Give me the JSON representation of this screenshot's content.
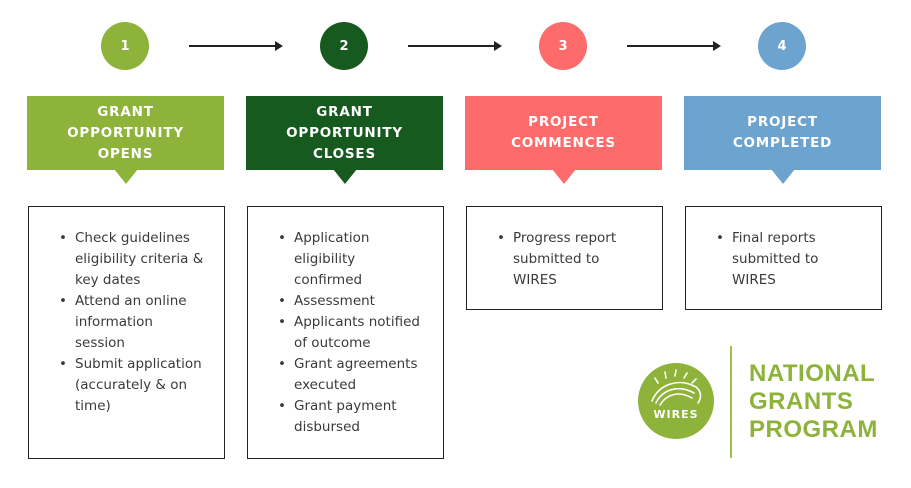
{
  "colors": {
    "step1": "#8db33a",
    "step2": "#175a1f",
    "step3": "#fd6b6b",
    "step4": "#6ca3cf",
    "logo": "#8db33a"
  },
  "steps": [
    {
      "number": "1",
      "title": "GRANT\nOPPORTUNITY\nOPENS",
      "items": [
        "Check guidelines eligibility criteria & key dates",
        "Attend an online information session",
        "Submit application (accurately & on time)"
      ]
    },
    {
      "number": "2",
      "title": "GRANT\nOPPORTUNITY\nCLOSES",
      "items": [
        "Application eligibility confirmed",
        "Assessment",
        "Applicants notified of outcome",
        "Grant agreements executed",
        "Grant payment disbursed"
      ]
    },
    {
      "number": "3",
      "title": "PROJECT\nCOMMENCES",
      "items": [
        "Progress report submitted to WIRES"
      ]
    },
    {
      "number": "4",
      "title": "PROJECT\nCOMPLETED",
      "items": [
        "Final reports submitted to WIRES"
      ]
    }
  ],
  "logo": {
    "text": "WIRES",
    "icon": "echidna-icon",
    "program_lines": [
      "NATIONAL",
      "GRANTS",
      "PROGRAM"
    ]
  }
}
